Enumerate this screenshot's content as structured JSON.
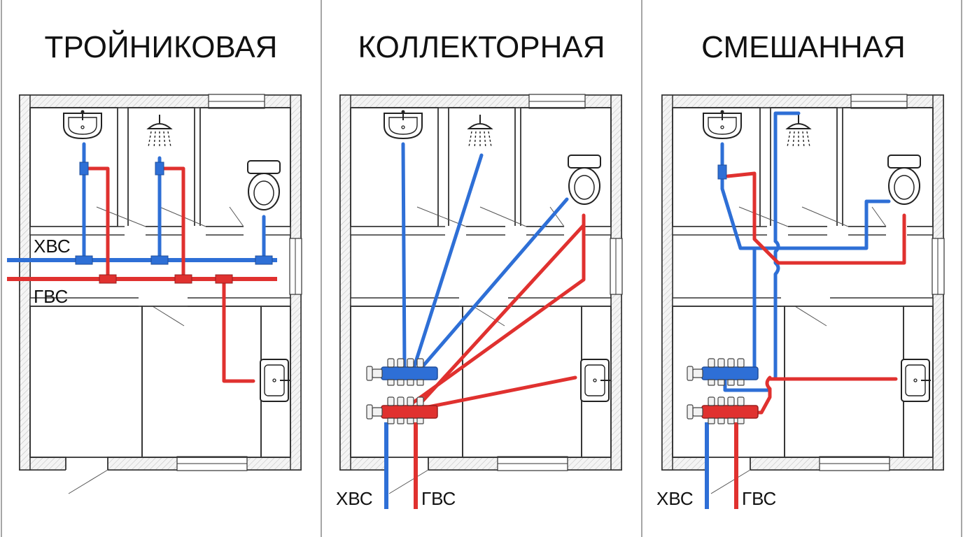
{
  "panels": [
    {
      "title": "ТРОЙНИКОВАЯ",
      "cold_label": "ХВС",
      "hot_label": "ГВС"
    },
    {
      "title": "КОЛЛЕКТОРНАЯ",
      "cold_label": "ХВС",
      "hot_label": "ГВС"
    },
    {
      "title": "СМЕШАННАЯ",
      "cold_label": "ХВС",
      "hot_label": "ГВС"
    }
  ],
  "colors": {
    "cold": "#2e6fd6",
    "hot": "#e0312f"
  },
  "icons": [
    "sink-icon",
    "shower-icon",
    "toilet-icon",
    "kitchen-sink-icon",
    "manifold-icon",
    "tee-fitting-icon"
  ]
}
